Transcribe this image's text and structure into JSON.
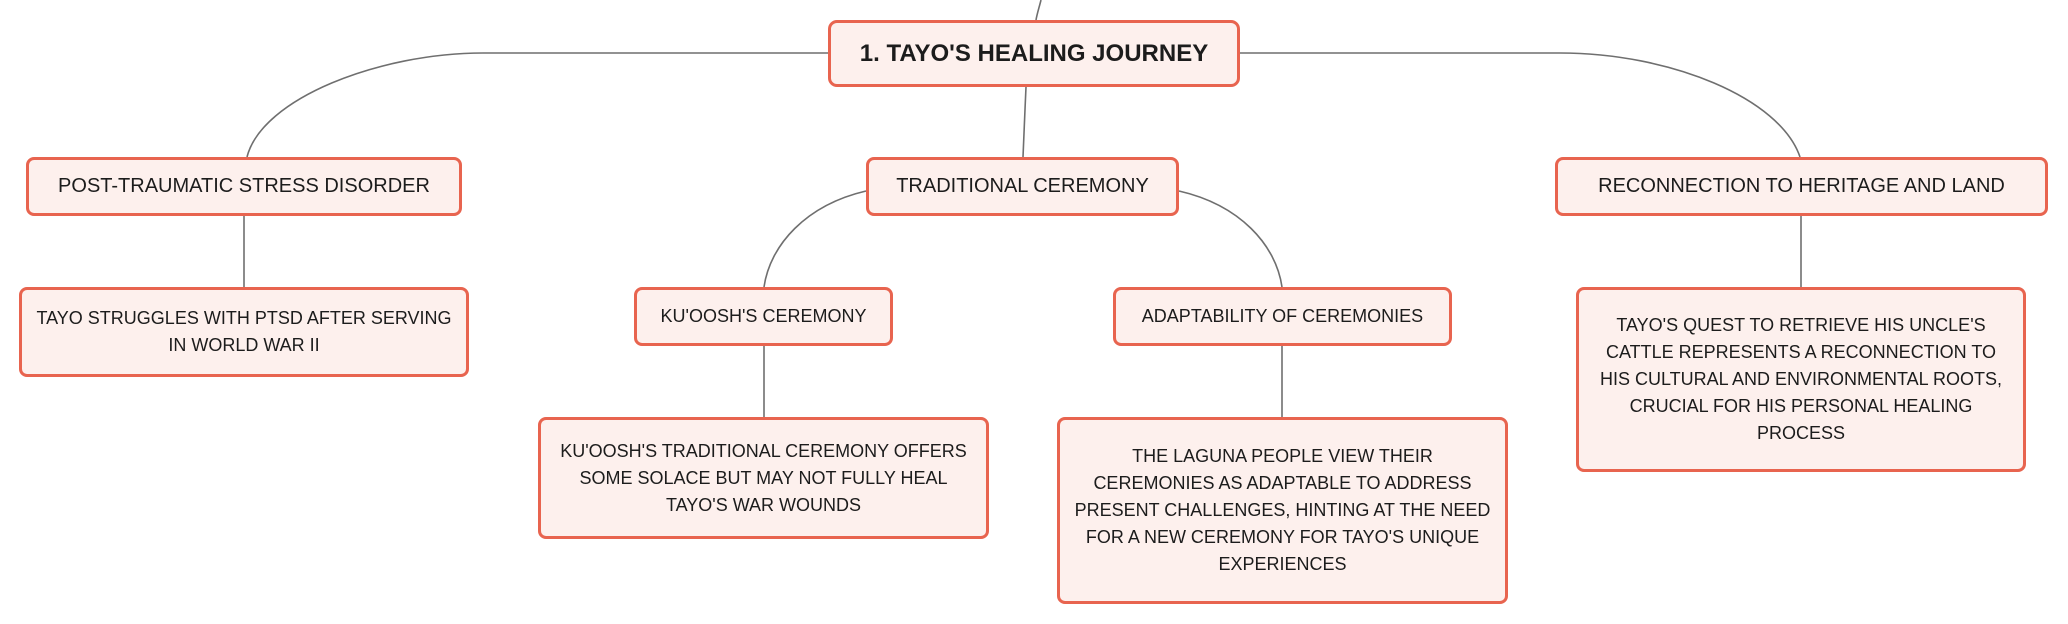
{
  "mindmap": {
    "root": {
      "label": "1. Tayo's Healing Journey"
    },
    "branches": {
      "ptsd": {
        "label": "Post-Traumatic Stress Disorder",
        "detail": "Tayo struggles with PTSD after serving in World War II"
      },
      "ceremony": {
        "label": "Traditional Ceremony",
        "kuoosh": {
          "label": "Ku'oosh's Ceremony",
          "detail": "Ku'oosh's traditional ceremony offers some solace but may not fully heal Tayo's war wounds"
        },
        "adaptability": {
          "label": "Adaptability of Ceremonies",
          "detail": "The Laguna people view their ceremonies as adaptable to address present challenges, hinting at the need for a new ceremony for Tayo's unique experiences"
        }
      },
      "heritage": {
        "label": "Reconnection to Heritage and Land",
        "detail": "Tayo's quest to retrieve his uncle's cattle represents a reconnection to his cultural and environmental roots, crucial for his personal healing process"
      }
    }
  },
  "colors": {
    "node_border": "#e8644f",
    "node_fill": "#fdf0ed",
    "connector": "#6f6f6f",
    "text": "#1c1c1c"
  }
}
